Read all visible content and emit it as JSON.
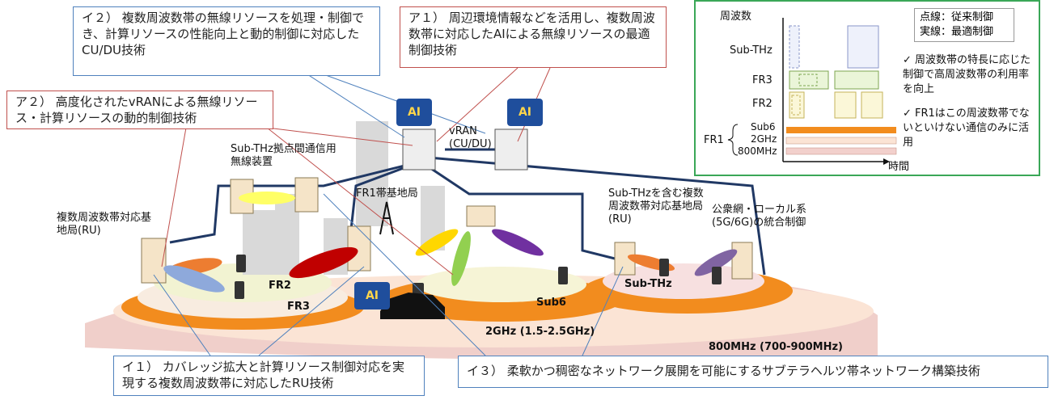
{
  "callouts": {
    "a1": "ア１） 周辺環境情報などを活用し、複数周波数帯に対応したAIによる無線リソースの最適制御技術",
    "a2": "ア２） 高度化されたvRANによる無線リソース・計算リソースの動的制御技術",
    "i1": "イ１） カバレッジ拡大と計算リソース制御対応を実現する複数周波数帯に対応したRU技術",
    "i2": "イ２） 複数周波数帯の無線リソースを処理・制御でき、計算リソースの性能向上と動的制御に対応したCU/DU技術",
    "i3": "イ３） 柔軟かつ稠密なネットワーク展開を可能にするサブテラヘルツ帯ネットワーク構築技術"
  },
  "labels": {
    "vran": "vRAN (CU/DU)",
    "subthz_link": "Sub-THz拠点間通信用無線装置",
    "fr1_bs": "FR1帯基地局",
    "multi_ru": "複数周波数帯対応基地局(RU)",
    "subthz_ru": "Sub-THzを含む複数周波数帯対応基地局(RU)",
    "public_local": "公衆網・ローカル系(5G/6G)の統合制御",
    "ai": "AI"
  },
  "bands": {
    "fr2": "FR2",
    "fr3": "FR3",
    "sub6": "Sub6",
    "ghz2": "2GHz (1.5-2.5GHz)",
    "subthz": "Sub-THz",
    "mhz800": "800MHz (700-900MHz)"
  },
  "legend": {
    "y_axis": "周波数",
    "x_axis": "時間",
    "dotted": "点線：従来制御",
    "solid": "実線：最適制御",
    "rows": [
      "Sub-THz",
      "FR3",
      "FR2"
    ],
    "fr1": "FR1",
    "fr1_rows": [
      "Sub6",
      "2GHz",
      "800MHz"
    ],
    "note1": "✓ 周波数帯の特長に応じた制御で高周波数帯の利用率を向上",
    "note2": "✓ FR1はこの周波数帯でないといけない通信のみに活用"
  },
  "colors": {
    "red_border": "#c0504d",
    "blue_border": "#4f81bd",
    "green_border": "#3aa757",
    "orange": "#f28c1e",
    "band_800": "#f2d0cc",
    "band_2ghz": "#fbe6d6",
    "band_fr2": "#f6f4d6"
  }
}
